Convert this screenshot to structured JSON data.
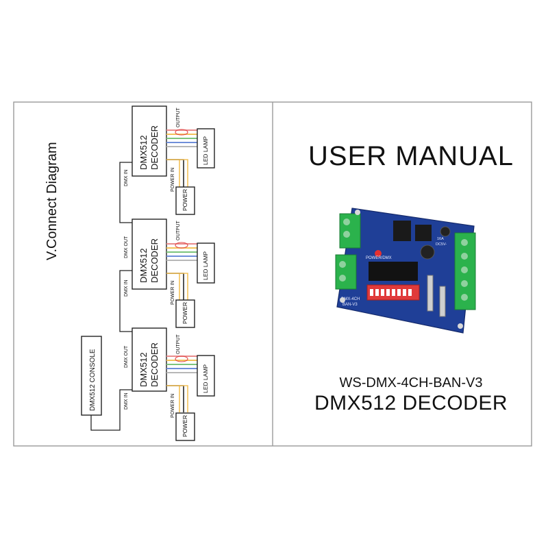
{
  "manual": {
    "title": "USER MANUAL",
    "model": "WS-DMX-4CH-BAN-V3",
    "product": "DMX512 DECODER"
  },
  "diagram": {
    "title": "V.Connect Diagram",
    "console_label": "DMX512 CONSOLE",
    "decoder_line1": "DMX512",
    "decoder_line2": "DECODER",
    "led_lamp": "LED LAMP",
    "power": "POWER",
    "output": "OUTPUT",
    "power_in": "POWER IN",
    "dmx_in": "DMX IN",
    "dmx_out": "DMX OUT",
    "wire_colors": [
      "#e98b8b",
      "#f3c25a",
      "#7cc47c",
      "#6f8fd9",
      "#b7b7b7"
    ]
  },
  "board": {
    "pcb_color": "#1f3f97",
    "terminal_color": "#2bb24c",
    "dip_color": "#e03a3a",
    "labels": [
      "DMX-4CH",
      "BAN-V3",
      "POWER/DMX",
      "DC5V-",
      "16A"
    ]
  },
  "colors": {
    "frame": "#9a9a9a",
    "ink": "#111111"
  }
}
